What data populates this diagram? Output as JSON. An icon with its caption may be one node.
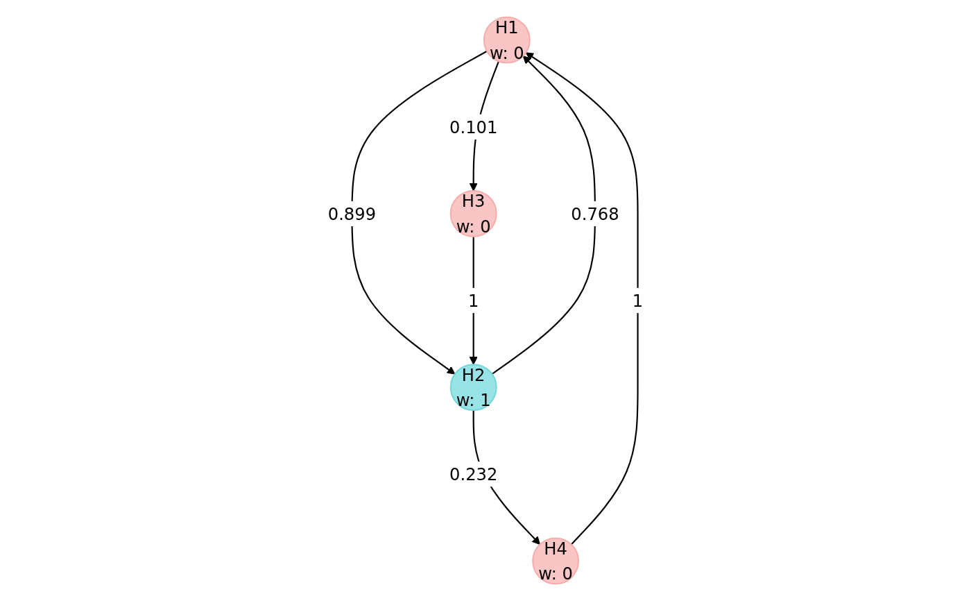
{
  "diagram": {
    "nodes": [
      {
        "text": [
          "H1",
          "w: 0"
        ]
      },
      {
        "text": [
          "H2",
          "w: 1"
        ]
      },
      {
        "text": [
          "H3",
          "w: 0"
        ]
      },
      {
        "text": [
          "H4",
          "w: 0"
        ]
      }
    ],
    "edges": [
      {
        "from": 1,
        "to": 0,
        "arrow": "to",
        "label": "0.768"
      },
      {
        "from": 0,
        "to": 1,
        "arrow": "to",
        "label": "0.899"
      },
      {
        "from": 0,
        "to": 2,
        "arrow": "to",
        "label": "0.101"
      },
      {
        "from": 1,
        "to": 3,
        "arrow": "to",
        "label": "0.232"
      },
      {
        "from": 2,
        "to": 1,
        "arrow": "to",
        "label": "1"
      },
      {
        "from": 3,
        "to": 0,
        "arrow": "to",
        "label": "1"
      }
    ]
  }
}
